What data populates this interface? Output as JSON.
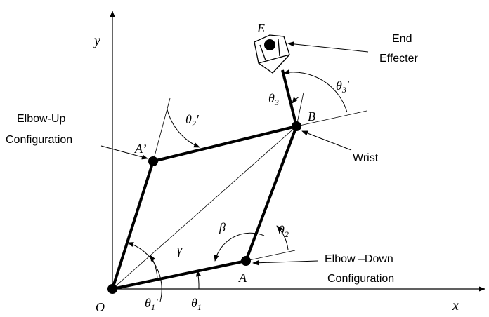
{
  "axes": {
    "x_label": "x",
    "y_label": "y",
    "origin_label": "O"
  },
  "points": {
    "A": "A",
    "A_prime": "A’",
    "B": "B",
    "E": "E"
  },
  "angles": {
    "theta1": {
      "symbol": "θ",
      "sub": "1"
    },
    "theta1_prime": {
      "symbol": "θ",
      "sub": "1",
      "prime": "'"
    },
    "theta2": {
      "symbol": "θ",
      "sub": "2"
    },
    "theta2_prime": {
      "symbol": "θ",
      "sub": "2",
      "prime": "'"
    },
    "theta3": {
      "symbol": "θ",
      "sub": "3"
    },
    "theta3_prime": {
      "symbol": "θ",
      "sub": "3",
      "prime": "'"
    },
    "beta": "β",
    "gamma": "γ"
  },
  "callouts": {
    "end_effecter": {
      "line1": "End",
      "line2": "Effecter"
    },
    "elbow_up": {
      "line1": "Elbow-Up",
      "line2": "Configuration"
    },
    "elbow_down": {
      "line1": "Elbow –Down",
      "line2": "Configuration"
    },
    "wrist": "Wrist"
  }
}
